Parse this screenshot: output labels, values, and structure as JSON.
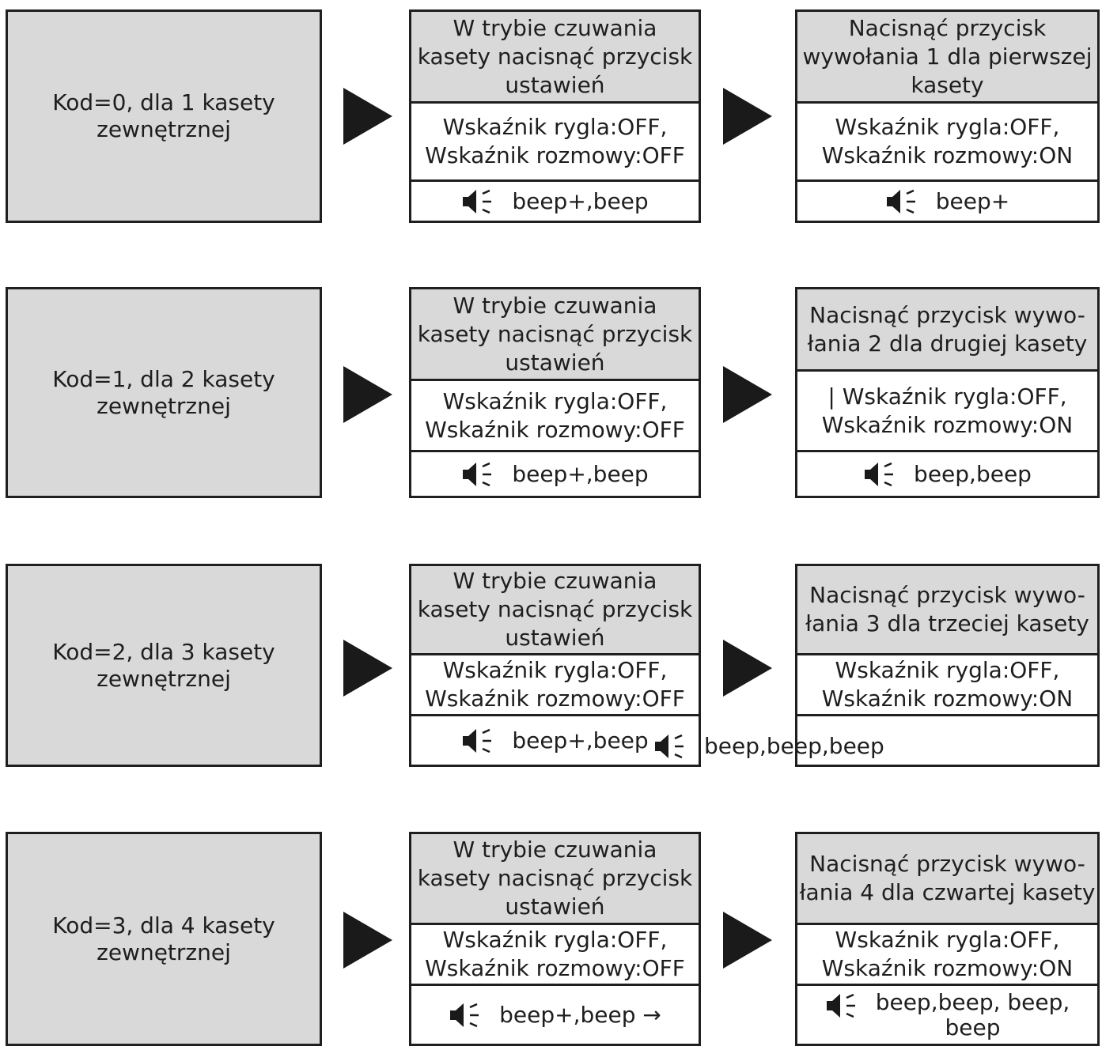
{
  "rows": [
    {
      "kod": "Kod=0, dla 1 kasety\nzewnętrznej",
      "mid": {
        "header": "W trybie czuwania\nkasety nacisnąć przycisk\nustawień",
        "status": "Wskaźnik rygla:OFF,\nWskaźnik rozmowy:OFF",
        "beep": "beep+,beep"
      },
      "right": {
        "header": "Nacisnąć przycisk\nwywołania 1 dla pierwszej\nkasety",
        "status": "Wskaźnik rygla:OFF,\nWskaźnik rozmowy:ON",
        "beep": "beep+"
      }
    },
    {
      "kod": "Kod=1, dla 2 kasety\nzewnętrznej",
      "mid": {
        "header": "W trybie czuwania\nkasety nacisnąć przycisk\nustawień",
        "status": "Wskaźnik rygla:OFF,\nWskaźnik rozmowy:OFF",
        "beep": "beep+,beep"
      },
      "right": {
        "header": "Nacisnąć przycisk wywo-\nłania 2 dla drugiej kasety",
        "status": "| Wskaźnik rygla:OFF,\nWskaźnik rozmowy:ON",
        "beep": "beep,beep"
      }
    },
    {
      "kod": "Kod=2, dla 3 kasety\nzewnętrznej",
      "mid": {
        "header": "W trybie czuwania\nkasety nacisnąć przycisk\nustawień",
        "status": "Wskaźnik rygla:OFF,\nWskaźnik rozmowy:OFF",
        "beep": "beep+,beep"
      },
      "right": {
        "header": "Nacisnąć przycisk wywo-\nłania 3 dla trzeciej kasety",
        "status": "Wskaźnik rygla:OFF,\nWskaźnik rozmowy:ON",
        "beep": "beep,beep,beep"
      }
    },
    {
      "kod": "Kod=3, dla 4 kasety\nzewnętrznej",
      "mid": {
        "header": "W trybie czuwania\nkasety nacisnąć przycisk\nustawień",
        "status": "Wskaźnik rygla:OFF,\nWskaźnik rozmowy:OFF",
        "beep": "beep+,beep →"
      },
      "right": {
        "header": "Nacisnąć przycisk wywo-\nłania 4 dla czwartej kasety",
        "status": "Wskaźnik rygla:OFF,\nWskaźnik rozmowy:ON",
        "beep": "beep,beep, beep,\nbeep"
      }
    }
  ],
  "icons": {
    "speaker": "speaker-icon",
    "arrow": "arrow-right-icon"
  },
  "colors": {
    "box_fill": "#d9d9d9",
    "border": "#1f1f1f",
    "arrow": "#1a1a1a"
  }
}
